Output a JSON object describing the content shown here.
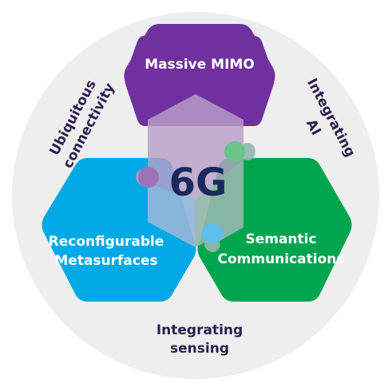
{
  "center": {
    "label": "6G"
  },
  "hexagons": {
    "top": {
      "label": "Massive MIMO",
      "color": "#7030a0"
    },
    "left": {
      "line1": "Reconfigurable",
      "line2": "Metasurfaces",
      "color": "#00a8e6"
    },
    "right": {
      "line1": "Semantic",
      "line2": "Communications",
      "color": "#00a550"
    }
  },
  "ring": {
    "background": "#eeeeee",
    "top_left": {
      "line1": "Ubiquitous",
      "line2": "connectivity"
    },
    "top_right": {
      "line1": "Integrating",
      "line2": "AI"
    },
    "bottom": {
      "line1": "Integrating",
      "line2": "sensing"
    }
  },
  "center_piece": {
    "color": "#b8a0c8"
  }
}
